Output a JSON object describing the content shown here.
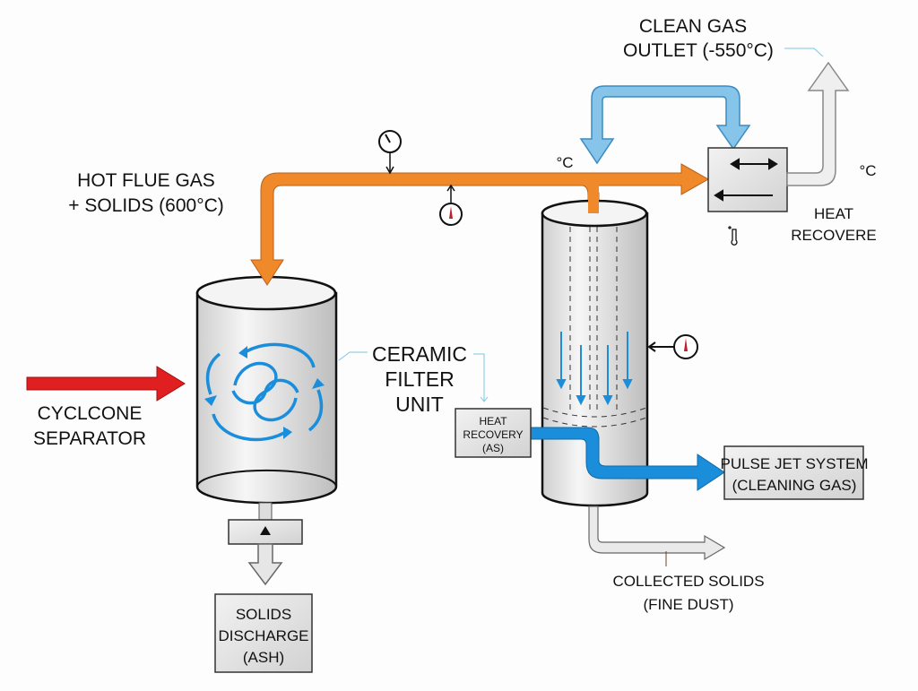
{
  "labels": {
    "hot_flue_gas": [
      "HOT FLUE GAS",
      "+ SOLIDS (600°C)"
    ],
    "cyclone_separator": [
      "CYCLCONE",
      "SEPARATOR"
    ],
    "solids_discharge": [
      "SOLIDS",
      "DISCHARGE",
      "(ASH)"
    ],
    "ceramic_filter": [
      "CERAMIC",
      "FILTER",
      "UNIT"
    ],
    "heat_recovery_small": [
      "HEAT",
      "RECOVERY",
      "(AS)"
    ],
    "pulse_jet": [
      "PULSE JET SYSTEM",
      "(CLEANING GAS)"
    ],
    "collected_solids": [
      "COLLECTED SOLIDS",
      "(FINE DUST)"
    ],
    "clean_gas_outlet": [
      "CLEAN GAS",
      "OUTLET (-550°C)"
    ],
    "heat_recovere": [
      "HEAT",
      "RECOVERE"
    ],
    "deg_c_pipe": "°C",
    "deg_c_right": "°C"
  },
  "colors": {
    "hot_gas": "#f0892a",
    "clean_gas": "#86c4ea",
    "cleaning_gas": "#1a8ddb",
    "feed": "#e02020",
    "outlet": "#eeeeee"
  },
  "icons": [
    "pressure-gauge-icon",
    "thermometer-icon",
    "swirl-icon",
    "up-triangle-icon"
  ]
}
